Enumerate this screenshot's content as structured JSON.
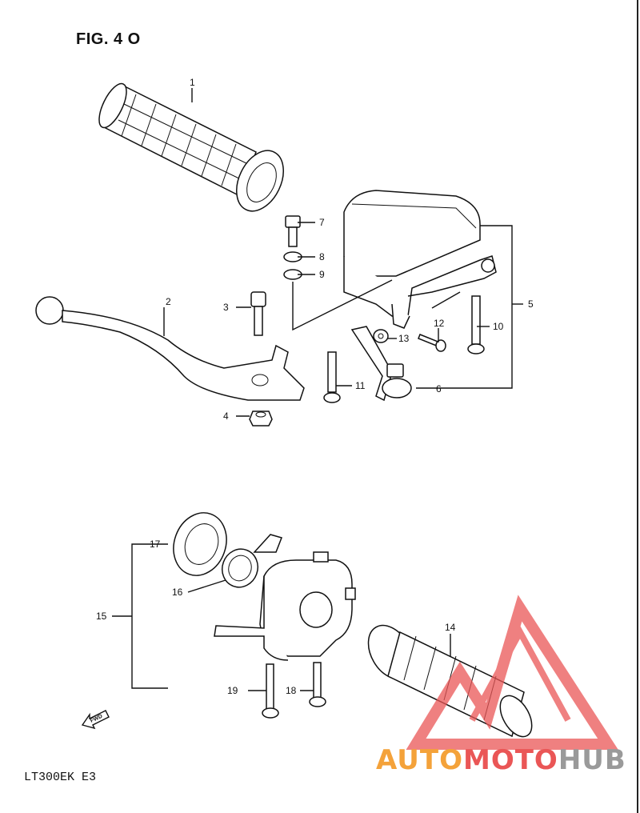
{
  "figure": {
    "title": "FIG. 4 O",
    "model_code": "LT300EK  E3"
  },
  "watermark": {
    "part1": "AUTO",
    "part2": "MOTO",
    "part3": "HUB",
    "colors": {
      "orange": "#f4a23a",
      "red": "#ea5656",
      "gray": "#9a9a9a"
    }
  },
  "fwd_label": "FWD",
  "callouts": [
    "1",
    "2",
    "3",
    "4",
    "5",
    "6",
    "7",
    "8",
    "9",
    "10",
    "11",
    "12",
    "13",
    "14",
    "15",
    "16",
    "17",
    "18",
    "19"
  ]
}
